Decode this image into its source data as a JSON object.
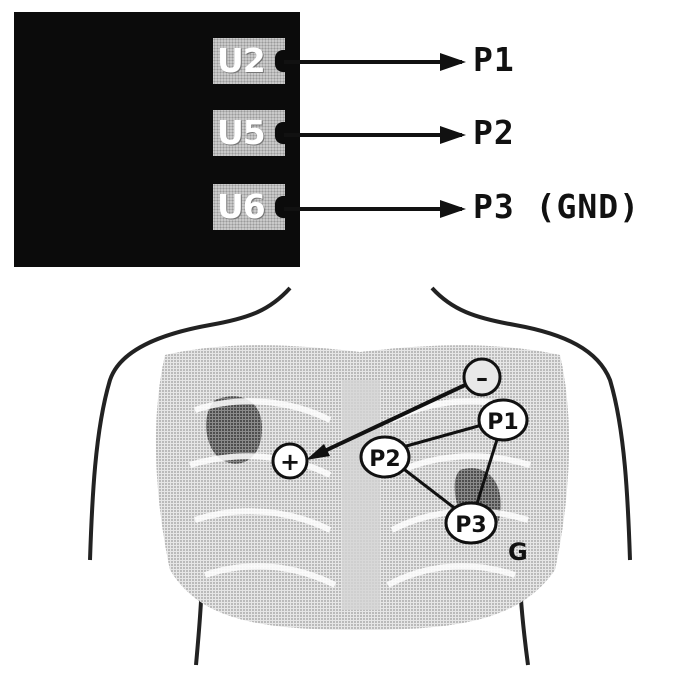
{
  "device": {
    "ports": [
      {
        "label": "U2"
      },
      {
        "label": "U5"
      },
      {
        "label": "U6"
      }
    ]
  },
  "connections": [
    {
      "from": "U2",
      "to": "P1"
    },
    {
      "from": "U5",
      "to": "P2"
    },
    {
      "from": "U6",
      "to": "P3 (GND)"
    }
  ],
  "electrodes": {
    "negative": "–",
    "positive": "+",
    "p1": "P1",
    "p2": "P2",
    "p3": "P3",
    "ground": "G"
  }
}
